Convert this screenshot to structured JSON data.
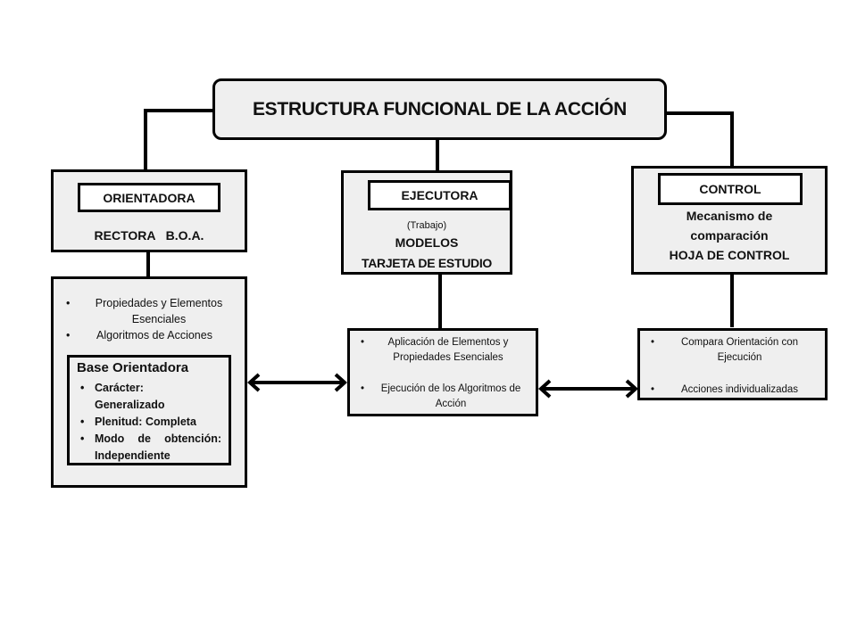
{
  "title": "ESTRUCTURA FUNCIONAL DE LA ACCIÓN",
  "orientadora": {
    "label": "ORIENTADORA",
    "subtitle": "RECTORA   B.O.A.",
    "items": [
      "Propiedades y Elementos Esenciales",
      "Algoritmos de Acciones"
    ],
    "base": {
      "title": "Base Orientadora",
      "items": [
        "Carácter: Generalizado",
        "Plenitud: Completa",
        "Modo de obtención: Independiente"
      ]
    }
  },
  "ejecutora": {
    "label": "EJECUTORA",
    "note": "(Trabajo)",
    "line1": "MODELOS",
    "line2": "TARJETA DE ESTUDIO",
    "items": [
      "Aplicación de Elementos y Propiedades Esenciales",
      "Ejecución de los Algoritmos de Acción"
    ]
  },
  "control": {
    "label": "CONTROL",
    "line1": "Mecanismo de",
    "line2": "comparación",
    "line3": "HOJA DE CONTROL",
    "items": [
      "Compara Orientación con Ejecución",
      "Acciones individualizadas"
    ]
  }
}
